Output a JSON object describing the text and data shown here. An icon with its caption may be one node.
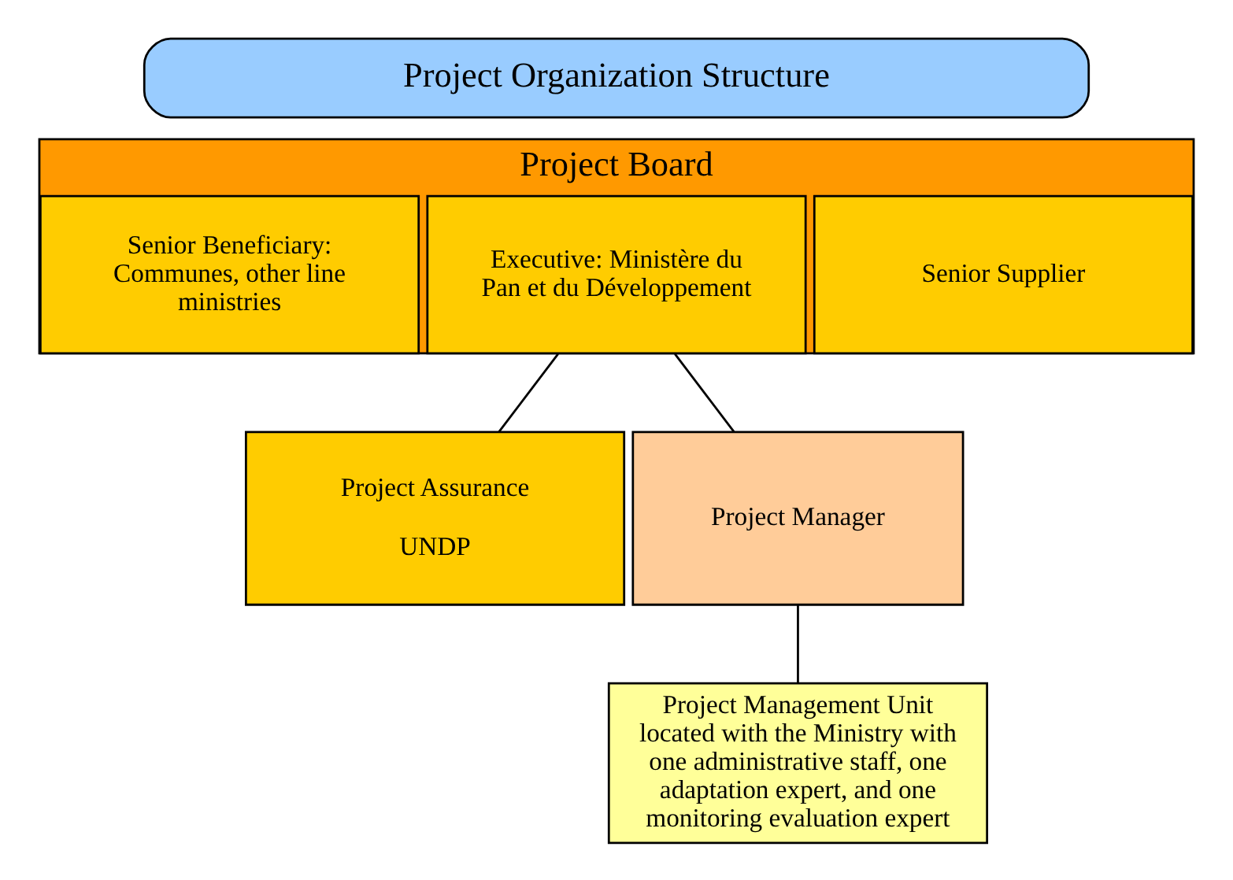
{
  "diagram": {
    "nodes": [
      {
        "text": [
          "Project Organization Structure"
        ]
      },
      {
        "text": [
          "Project Board"
        ]
      },
      {
        "text": [
          "Senior Beneficiary: Communes, other line ministries"
        ],
        "in": 1
      },
      {
        "text": [
          "Executive: Ministère du Pan et du Développement"
        ],
        "in": 1
      },
      {
        "text": [
          "Senior Supplier"
        ],
        "in": 1
      },
      {
        "text": [
          "Project Assurance",
          "UNDP"
        ]
      },
      {
        "text": [
          "Project Manager"
        ]
      },
      {
        "text": [
          "Project Management Unit located with the Ministry with one administrative staff, one adaptation expert, and one monitoring evaluation expert"
        ]
      }
    ],
    "edges": [
      {
        "from": 3,
        "to": 5,
        "arrow": "none"
      },
      {
        "from": 3,
        "to": 6,
        "arrow": "none"
      },
      {
        "from": 6,
        "to": 7,
        "arrow": "none"
      }
    ]
  }
}
